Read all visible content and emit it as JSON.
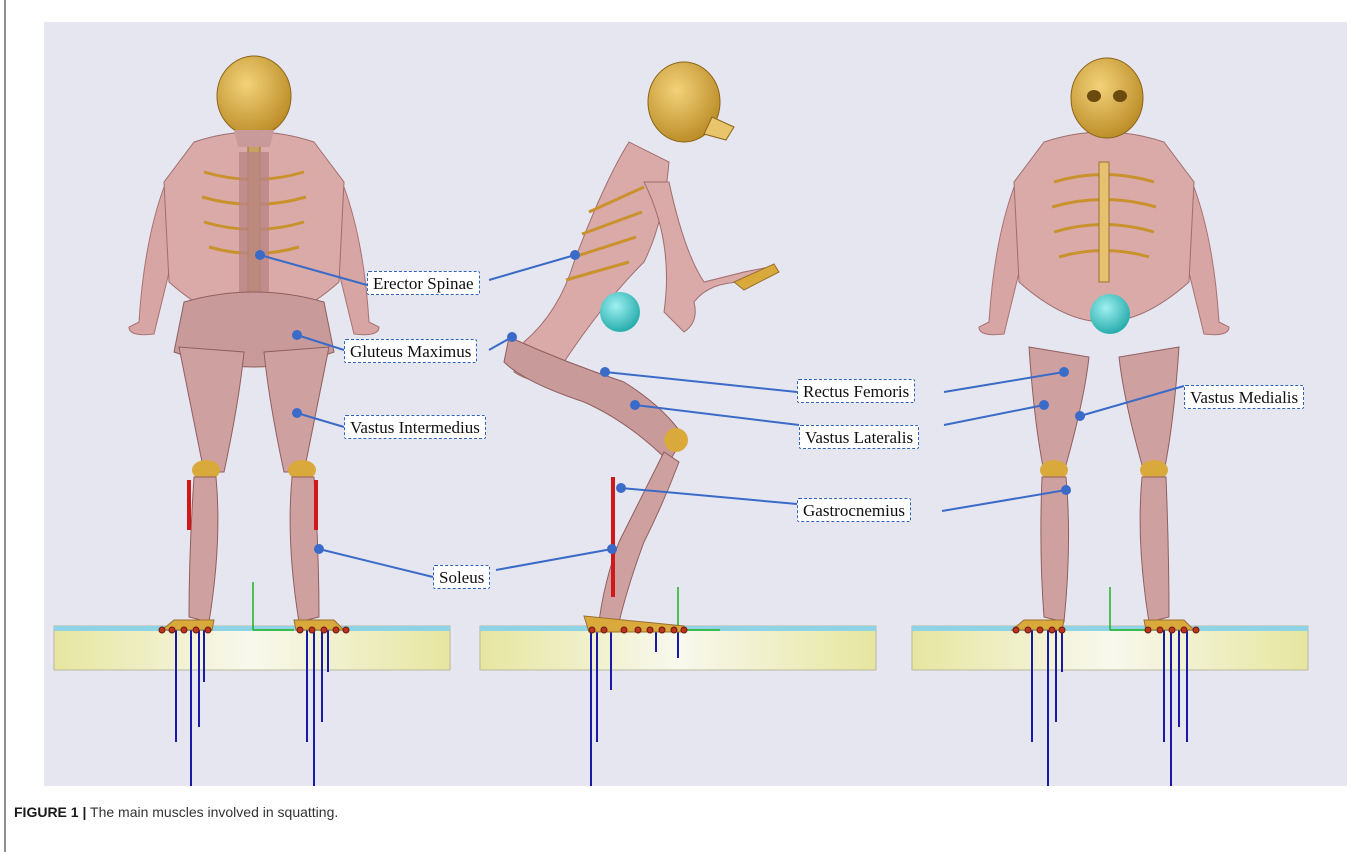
{
  "figure": {
    "labels": {
      "erector_spinae": "Erector Spinae",
      "gluteus_maximus": "Gluteus Maximus",
      "vastus_intermedius": "Vastus Intermedius",
      "soleus": "Soleus",
      "rectus_femoris": "Rectus Femoris",
      "vastus_lateralis": "Vastus Lateralis",
      "gastrocnemius": "Gastrocnemius",
      "vastus_medialis": "Vastus Medialis"
    },
    "colors": {
      "background": "#e6e6f0",
      "bone": "#d9a93c",
      "muscle": "#c99a9a",
      "leader_line": "#3a6bc8",
      "force_vector": "#1a1aa8",
      "platform": "#e6e6a0",
      "marker_sphere": "#3ec9c9"
    }
  },
  "caption": {
    "number": "FIGURE 1 |",
    "text": " The main muscles involved in squatting."
  }
}
